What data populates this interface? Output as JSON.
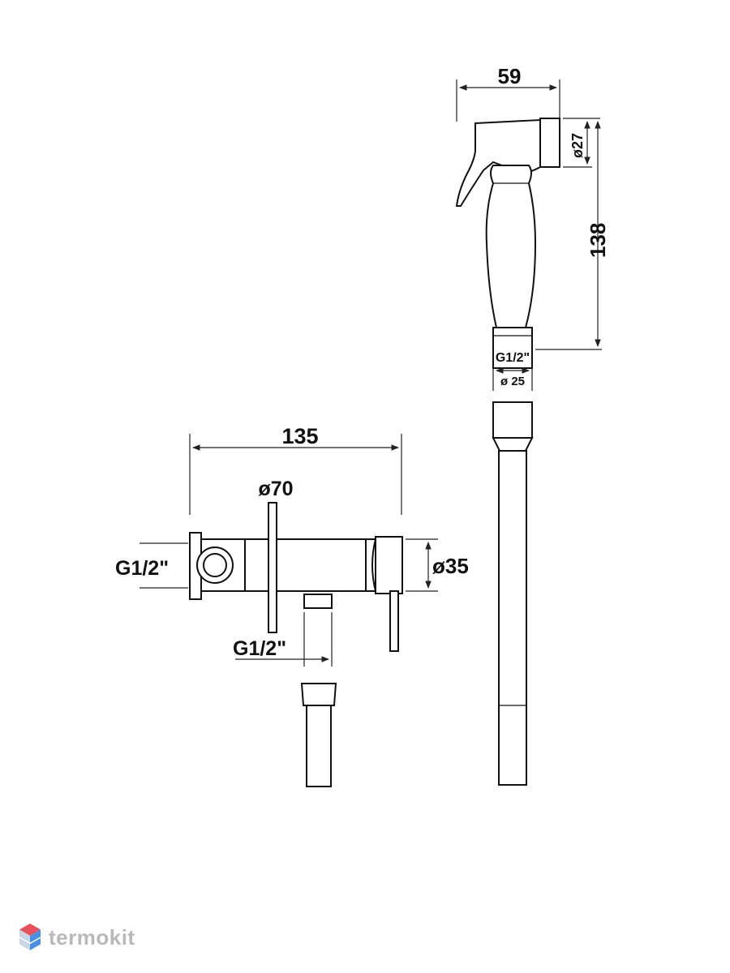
{
  "diagram": {
    "valve": {
      "width_label": "135",
      "flange_diameter_label": "ø70",
      "body_diameter_label": "ø35",
      "side_thread_label": "G1/2\"",
      "bottom_thread_label": "G1/2\""
    },
    "handset": {
      "width_label": "59",
      "nozzle_diameter_label": "ø27",
      "length_label": "138",
      "thread_label": "G1/2\"",
      "base_diameter_label": "ø 25"
    }
  },
  "watermark": {
    "brand": "termokit"
  },
  "colors": {
    "line": "#111111",
    "watermark": "#b9b9b9",
    "logo_red": "#e8505b",
    "logo_blue": "#4a90e2"
  }
}
